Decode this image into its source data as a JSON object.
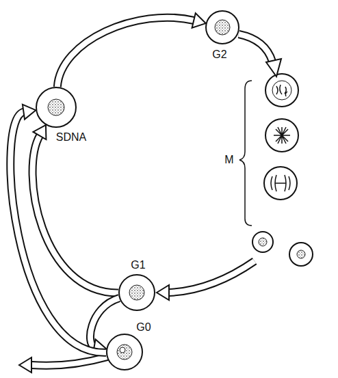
{
  "diagram": {
    "nodes": [
      {
        "text": [
          "SDNA"
        ]
      },
      {
        "text": [
          "G2"
        ]
      },
      {
        "text": [
          "G1"
        ]
      },
      {
        "text": [
          "G0"
        ]
      }
    ],
    "edges": [
      {
        "from": 2,
        "to": 0,
        "arrow": "to"
      },
      {
        "from": 0,
        "to": 1,
        "arrow": "to"
      },
      {
        "from": 2,
        "to": 3,
        "arrow": "to"
      },
      {
        "from": 3,
        "to": 0,
        "arrow": "to"
      }
    ],
    "labels": [
      "M"
    ]
  }
}
